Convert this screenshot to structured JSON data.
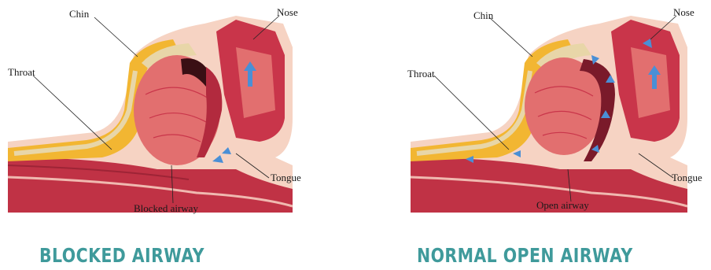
{
  "panels": [
    {
      "labels": {
        "chin": "Chin",
        "nose": "Nose",
        "throat": "Throat",
        "tongue": "Tongue",
        "airway": "Blocked airway"
      },
      "caption": "BLOCKED AIRWAY"
    },
    {
      "labels": {
        "chin": "Chin",
        "nose": "Nose",
        "throat": "Throat",
        "tongue": "Tongue",
        "airway": "Open airway"
      },
      "caption": "NORMAL OPEN AIRWAY"
    }
  ],
  "colors": {
    "caption": "#3f9a9b",
    "skin": "#f6d3c3",
    "tissue": "#c9354a",
    "tongue": "#e26f6f",
    "bone": "#e8d6a8",
    "fat": "#f2b632",
    "airflow": "#4a8fd6"
  }
}
